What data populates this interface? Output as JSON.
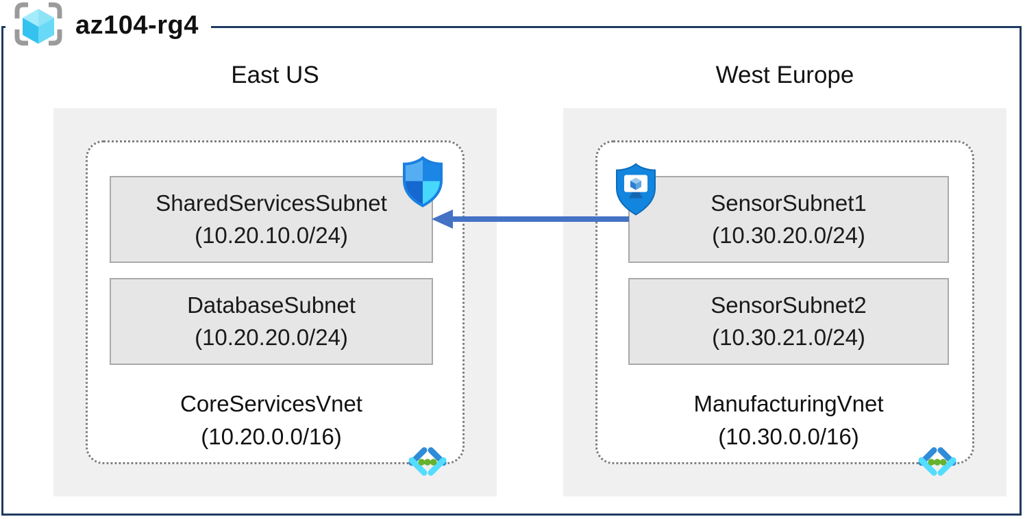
{
  "resource_group": {
    "name": "az104-rg4"
  },
  "regions": [
    {
      "label": "East US",
      "vnet": {
        "name": "CoreServicesVnet",
        "cidr": "(10.20.0.0/16)"
      },
      "subnets": [
        {
          "name": "SharedServicesSubnet",
          "cidr": "(10.20.10.0/24)"
        },
        {
          "name": "DatabaseSubnet",
          "cidr": "(10.20.20.0/24)"
        }
      ]
    },
    {
      "label": "West Europe",
      "vnet": {
        "name": "ManufacturingVnet",
        "cidr": "(10.30.0.0/16)"
      },
      "subnets": [
        {
          "name": "SensorSubnet1",
          "cidr": "(10.30.20.0/24)"
        },
        {
          "name": "SensorSubnet2",
          "cidr": "(10.30.21.0/24)"
        }
      ]
    }
  ],
  "connection": {
    "from": "SensorSubnet1",
    "to": "SharedServicesSubnet",
    "direction": "right-to-left",
    "color": "#4472c4"
  },
  "icons": {
    "resource_group": "resource-group-brackets-cube",
    "shared_services_badge": "defender-shield",
    "sensor_subnet_badge": "bastion-shield-monitor",
    "vnet_badge": "virtual-network-chevrons"
  },
  "colors": {
    "outer_border": "#1f3a60",
    "region_fill": "#f0f0f0",
    "subnet_fill": "#e6e6e6",
    "subnet_border": "#a9a9a9",
    "vnet_dotted_border": "#7f7f7f",
    "arrow": "#4472c4",
    "text": "#1a1a1a"
  }
}
